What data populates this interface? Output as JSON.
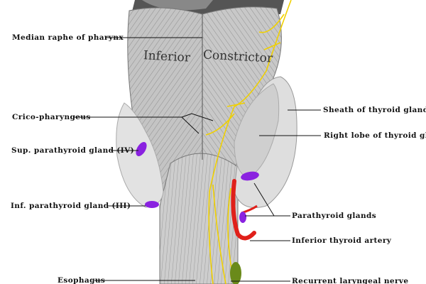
{
  "figure": {
    "muscle_label_left": "Inferior",
    "muscle_label_right": "Constrictor",
    "labels_left": [
      "Median raphe of pharynx",
      "Crico-pharyngeus",
      "Sup. parathyroid gland (IV)",
      "Inf. parathyroid gland (III)",
      "Esophagus"
    ],
    "labels_right": [
      "Sheath of thyroid gland",
      "Right lobe of thyroid gland",
      "Parathyroid glands",
      "Inferior thyroid artery",
      "Recurrent laryngeal nerve"
    ]
  },
  "colors": {
    "parathyroid": "#8a22e0",
    "artery": "#e0201a",
    "nerve": "#f2d40a",
    "ganglion": "#6a8a1a",
    "muscle": "#b8b8b8"
  }
}
